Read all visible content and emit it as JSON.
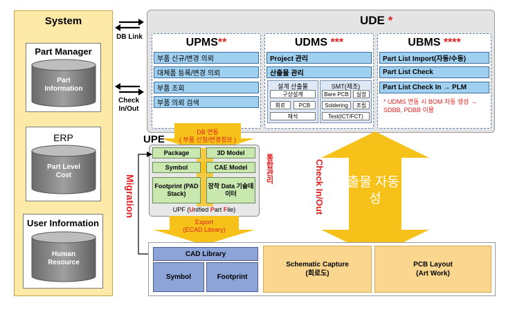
{
  "system": {
    "title": "System",
    "part_manager": {
      "title": "Part Manager",
      "cylinder": "Part Information"
    },
    "erp": {
      "title": "ERP",
      "cylinder": "Part Level Cost"
    },
    "user_information": {
      "title": "User Information",
      "cylinder": "Human Resource"
    }
  },
  "arrows": {
    "db_link": "DB Link",
    "check_in_out": "Check In/Out",
    "migration": "Migration",
    "check_in_out_vertical": "Check In/Out",
    "integration": "통합관리"
  },
  "ude": {
    "title": "UDE",
    "title_mark": "*",
    "upms": {
      "title": "UPMS",
      "mark": "**",
      "items": [
        "부품 신규/변경 의뢰",
        "대체품 등록/변경 의뢰",
        "부품 조회",
        "부품 의뢰 검색"
      ]
    },
    "udms": {
      "title": "UDMS",
      "mark": "***",
      "items": [
        "Project 관리",
        "산출물 관리"
      ],
      "design_output": {
        "title": "설계 산출물",
        "row1": "구상설계",
        "row2a": "회로",
        "row2b": "PCB",
        "row3": "해석"
      },
      "smt": {
        "title": "SMT(제조)",
        "a": "Bare PCB",
        "b": "실장",
        "c": "Soldering",
        "d": "조립",
        "e": "Test(ICT/FCT)"
      }
    },
    "ubms": {
      "title": "UBMS",
      "mark": "****",
      "items": [
        "Part List Import(자동/수동)",
        "Part List Check",
        "Part List Check In → PLM"
      ],
      "note": "* UDMS 연동 시 BOM 자동 생성 → SDBB, PDBB 이용"
    }
  },
  "upe": {
    "title": "UPE",
    "db_link_line1": "DB 연동",
    "db_link_line2": "( 부품 신청/변경정보 )",
    "boxes": [
      "Package",
      "3D Model",
      "Symbol",
      "CAE Model",
      "Footprint (PAD Stack)",
      "장착 Data 기술데이터"
    ],
    "upf_prefix": "UPF (",
    "upf_u": "U",
    "upf_mid1": "nified ",
    "upf_p": "P",
    "upf_mid2": "art ",
    "upf_f": "F",
    "upf_suffix": "ile)",
    "export_line1": "Export",
    "export_line2": "(ECAD Library)"
  },
  "auto_output": "산출물 자동 생성",
  "bottom": {
    "cad_library": "CAD Library",
    "symbol": "Symbol",
    "footprint": "Footprint",
    "schematic_line1": "Schematic Capture",
    "schematic_line2": "(회로도)",
    "pcb_line1": "PCB Layout",
    "pcb_line2": "(Art Work)"
  },
  "colors": {
    "system_bg": "#fde9a8",
    "accent_red": "#e02020",
    "blue_bar": "#9fd0f0",
    "green_box": "#c8e8b0",
    "arrow_yellow": "#f6c21a",
    "cad_blue": "#8da4d8",
    "tan": "#fbd68e"
  }
}
